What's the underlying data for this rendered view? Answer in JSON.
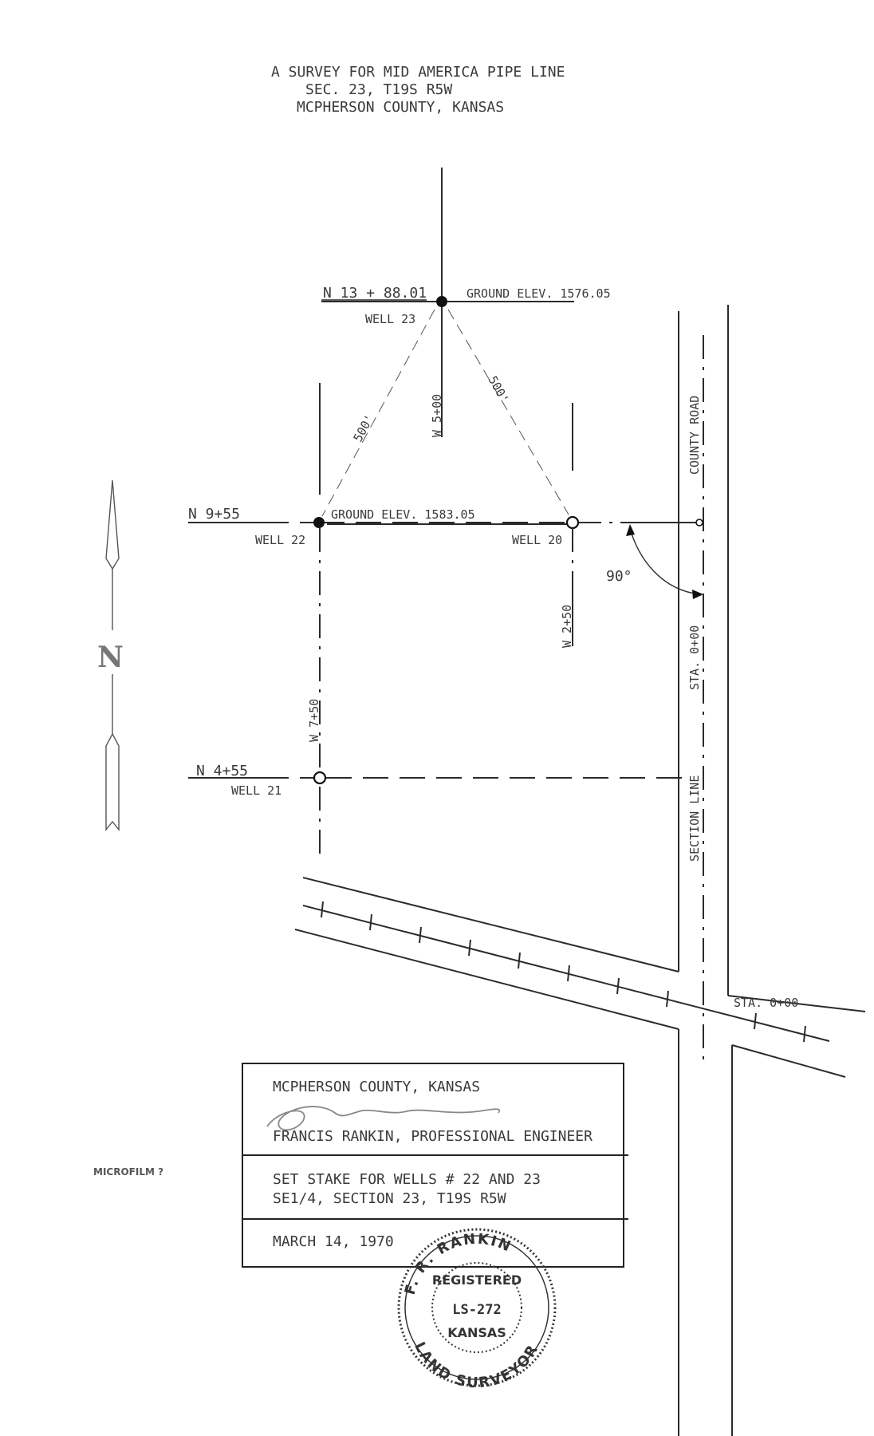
{
  "header": {
    "line1": "A SURVEY FOR MID AMERICA PIPE LINE",
    "line2": "SEC. 23, T19S R5W",
    "line3": "MCPHERSON COUNTY, KANSAS"
  },
  "wells": {
    "well23": {
      "label": "WELL 23",
      "north": "N 13 + 88.01",
      "elev": "GROUND ELEV. 1576.05"
    },
    "well22": {
      "label": "WELL 22",
      "north": "N 9+55",
      "elev": "GROUND ELEV. 1583.05"
    },
    "well20": {
      "label": "WELL 20"
    },
    "well21": {
      "label": "WELL 21",
      "north": "N 4+55"
    }
  },
  "stations": {
    "w500": "W 5+00",
    "w250": "W 2+50",
    "w750": "W 7+50",
    "sta_road": "STA. 0+00",
    "sta_bottom": "STA. 0+00"
  },
  "distances": {
    "left": "500'",
    "right": "500'"
  },
  "angle": "90°",
  "roads": {
    "county_road": "COUNTY ROAD",
    "section_line": "SECTION LINE"
  },
  "north_arrow": {
    "label": "N"
  },
  "title_block": {
    "county": "MCPHERSON COUNTY, KANSAS",
    "engineer": "FRANCIS RANKIN, PROFESSIONAL ENGINEER",
    "task1": "SET STAKE FOR WELLS # 22 AND 23",
    "task2": "SE1/4, SECTION 23, T19S R5W",
    "date": "MARCH 14, 1970"
  },
  "stamp": {
    "microfilm": "MICROFILM ?"
  }
}
